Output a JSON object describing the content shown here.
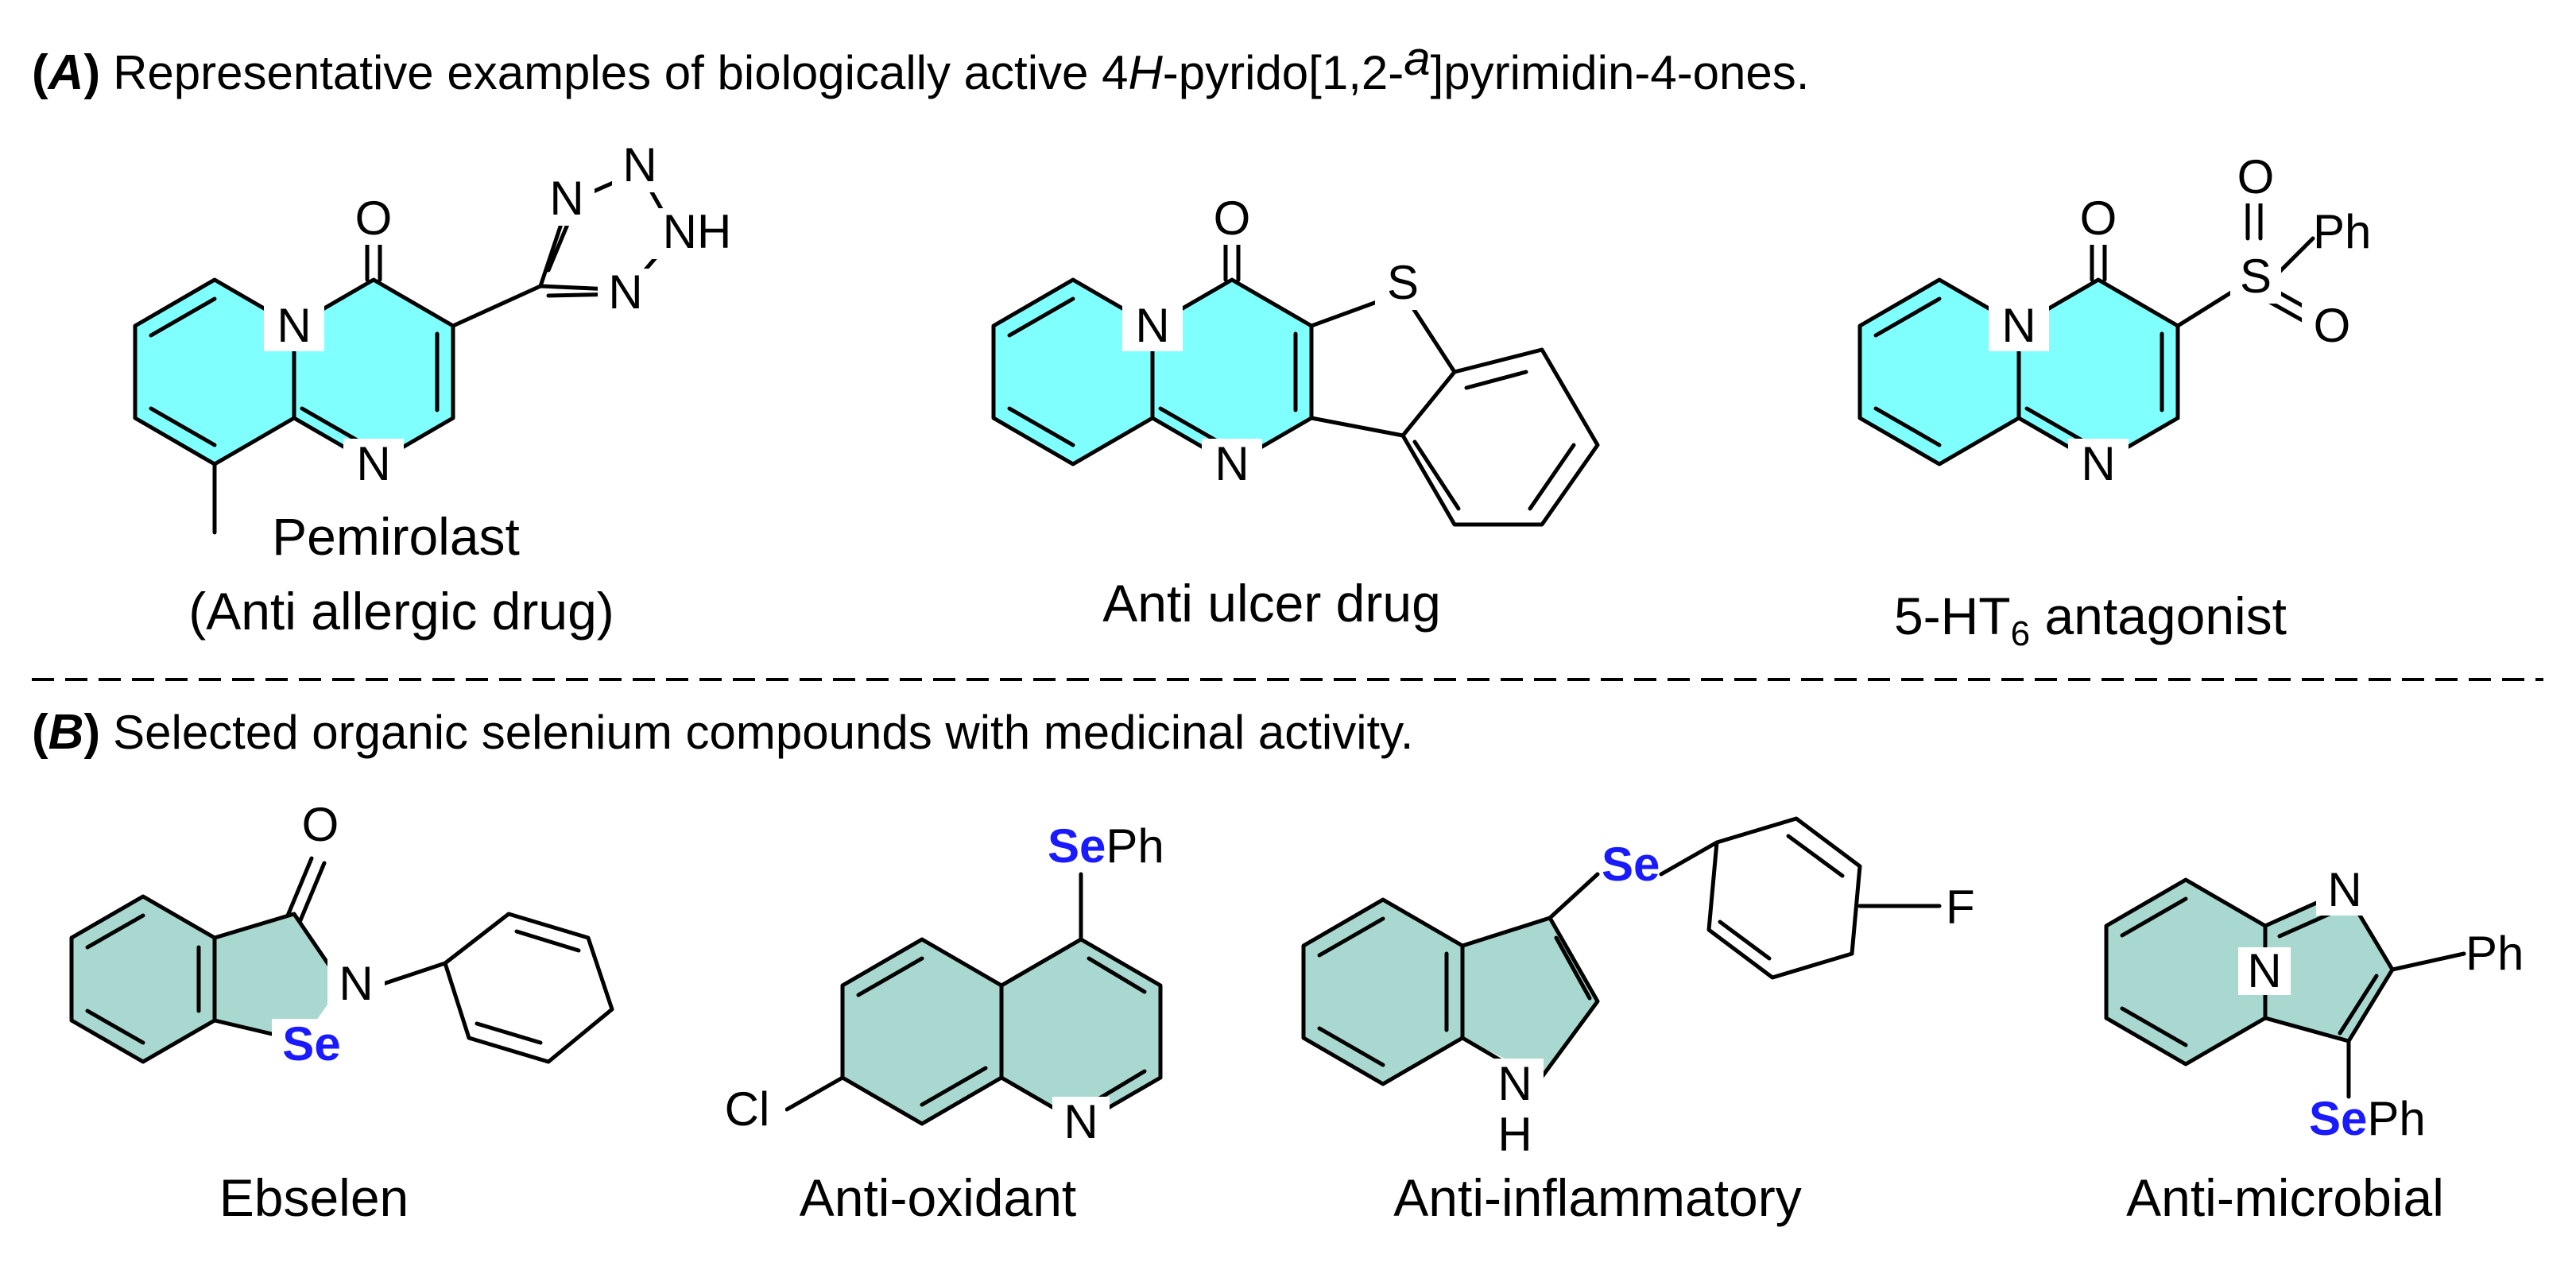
{
  "colors": {
    "section_a_ring_fill": "#80ffff",
    "section_b_ring_fill": "#a8d8d0",
    "selenium_text": "#1a1aff",
    "divider": "#000000"
  },
  "section_a": {
    "letter": "A",
    "heading_parts": [
      "Representative examples of biologically active 4",
      "H",
      "-pyrido[1,2-",
      "a",
      "]pyrimidin-4-ones."
    ],
    "compounds": [
      {
        "name_line1": "Pemirolast",
        "name_line2": "(Anti allergic drug)",
        "atoms": {
          "o": "O",
          "n_ring": "N",
          "n_bottom": "N",
          "tz_n1": "N",
          "tz_n2": "N",
          "tz_nh": "NH",
          "tz_n3": "N"
        }
      },
      {
        "name": "Anti ulcer drug",
        "atoms": {
          "o": "O",
          "n_ring": "N",
          "n_bottom": "N",
          "s": "S"
        }
      },
      {
        "name_main": "5-HT",
        "name_sub": "6",
        "name_tail": " antagonist",
        "atoms": {
          "o": "O",
          "n_ring": "N",
          "n_bottom": "N",
          "s": "S",
          "so_o1": "O",
          "so_o2": "O",
          "ph": "Ph"
        }
      }
    ]
  },
  "section_b": {
    "letter": "B",
    "heading": "Selected organic selenium compounds with medicinal activity.",
    "compounds": [
      {
        "name": "Ebselen",
        "atoms": {
          "o": "O",
          "n": "N",
          "se": "Se"
        }
      },
      {
        "name": "Anti-oxidant",
        "atoms": {
          "se": "Se",
          "ph": "Ph",
          "cl": "Cl",
          "n": "N"
        }
      },
      {
        "name": "Anti-inflammatory",
        "atoms": {
          "se": "Se",
          "f": "F",
          "nh_n": "N",
          "nh_h": "H"
        }
      },
      {
        "name": "Anti-microbial",
        "atoms": {
          "n": "N",
          "n_bridge": "N",
          "ph": "Ph",
          "se": "Se",
          "se_ph": "Ph"
        }
      }
    ]
  }
}
